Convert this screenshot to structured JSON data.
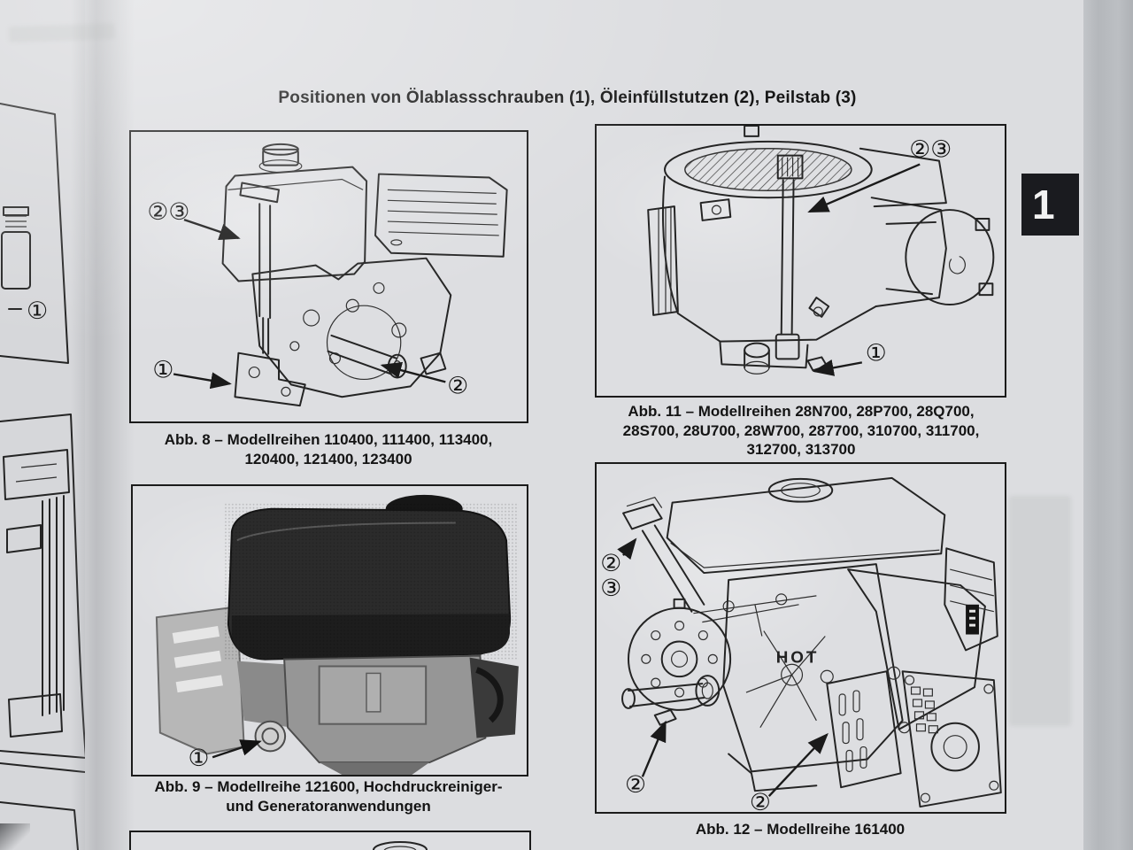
{
  "page_title": "Positionen von Ölablassschrauben (1), Öleinfüllstutzen (2), Peilstab (3)",
  "side_tab": {
    "label": "1"
  },
  "left_page": {
    "callout": "①"
  },
  "figures": {
    "abb8": {
      "caption_line1": "Abb. 8 – Modellreihen 110400, 111400, 113400,",
      "caption_line2": "120400, 121400, 123400",
      "callout_dipstick": "②③",
      "callout_drain_left": "①",
      "callout_drain_right": "②"
    },
    "abb11": {
      "caption_line1": "Abb. 11 – Modellreihen 28N700, 28P700, 28Q700,",
      "caption_line2": "28S700, 28U700, 28W700, 287700, 310700, 311700,",
      "caption_line3": "312700, 313700",
      "callout_dipstick": "②③",
      "callout_drain": "①"
    },
    "abb9": {
      "caption_line1": "Abb. 9 – Modellreihe 121600, Hochdruckreiniger-",
      "caption_line2": "und Generatoranwendungen",
      "callout_drain": "①"
    },
    "abb12": {
      "caption": "Abb. 12 – Modellreihe 161400",
      "hot_label": "HOT",
      "callout_fill": "②",
      "callout_dipstick": "③",
      "callout_drain_front": "②",
      "callout_drain_center": "②"
    }
  }
}
